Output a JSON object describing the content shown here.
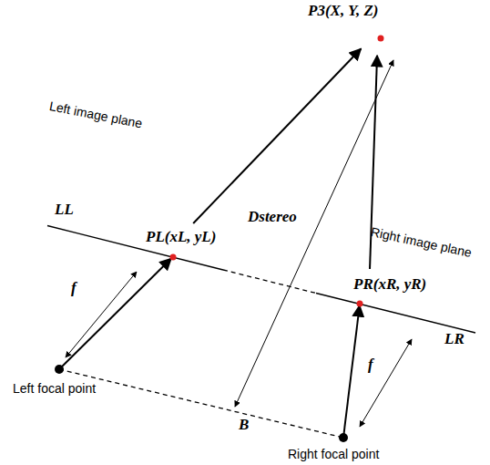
{
  "diagram": {
    "nodes": [
      {
        "text": [
          "P3(X, Y, Z)"
        ]
      },
      {
        "text": [
          "Left image plane",
          "LL"
        ]
      },
      {
        "text": [
          "PL(xL, yL)"
        ],
        "in": 1
      },
      {
        "text": [
          "Right image plane",
          "LR"
        ]
      },
      {
        "text": [
          "PR(xR, yR)"
        ],
        "in": 3
      }
    ],
    "edges": [
      {
        "from": 2,
        "to": 0,
        "arrow": "to"
      },
      {
        "from": 4,
        "to": 0,
        "arrow": "to"
      }
    ],
    "labels": [
      "f",
      "Left focal point",
      "Dstereo",
      "f",
      "B",
      "Right focal point"
    ]
  }
}
